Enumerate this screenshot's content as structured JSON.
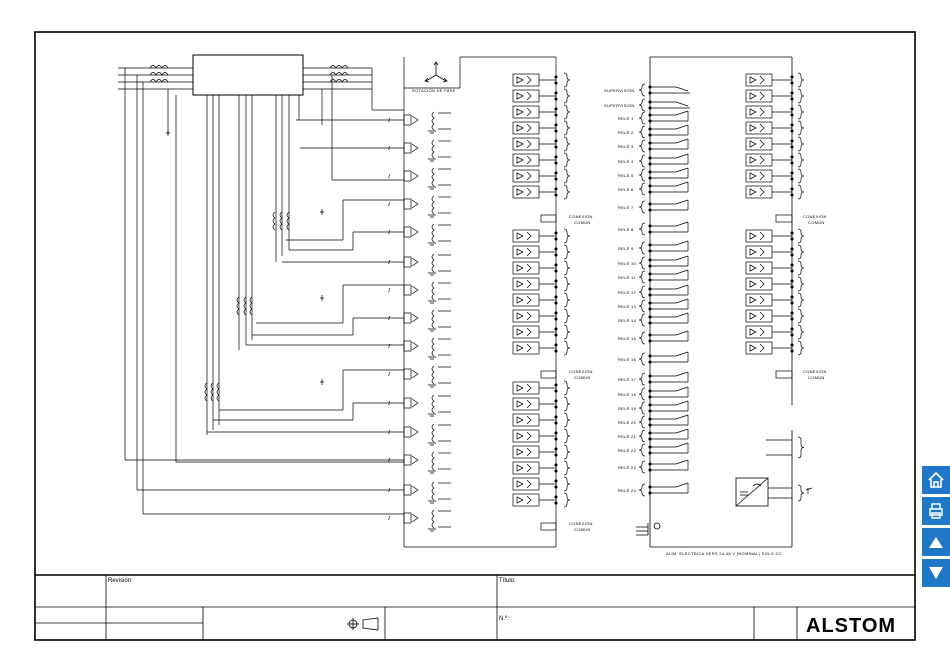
{
  "phase_rotation": "ROTACIÓN DE FASE",
  "supervision_labels": [
    "SUPERVISIÓN",
    "SUPERVISIÓN"
  ],
  "relay_labels": [
    "RELÉ 1",
    "RELÉ 2",
    "RELÉ 3",
    "RELÉ 4",
    "RELÉ 5",
    "RELÉ 6",
    "RELÉ 7",
    "RELÉ 8",
    "RELÉ 9",
    "RELÉ 10",
    "RELÉ 11",
    "RELÉ 12",
    "RELÉ 13",
    "RELÉ 14",
    "RELÉ 15",
    "RELÉ 16",
    "RELÉ 17",
    "RELÉ 18",
    "RELÉ 19",
    "RELÉ 20",
    "RELÉ 21",
    "RELÉ 22",
    "RELÉ 23",
    "RELÉ 24"
  ],
  "common_connection": [
    "CONEXIÓN",
    "COMÚN"
  ],
  "power_supply": "ALIM. ELÉCTRICA VERS 24-48 V (NOMINAL) SOLO CC",
  "title_block": {
    "revision_label": "Revisión:",
    "title_label": "Título:",
    "number_label": "N.º:",
    "logo": "ALSTOM"
  },
  "sidebar": {
    "home": "home-icon",
    "print": "printer-icon",
    "up": "arrow-up-icon",
    "down": "arrow-down-icon",
    "color": "#1f78c8"
  }
}
